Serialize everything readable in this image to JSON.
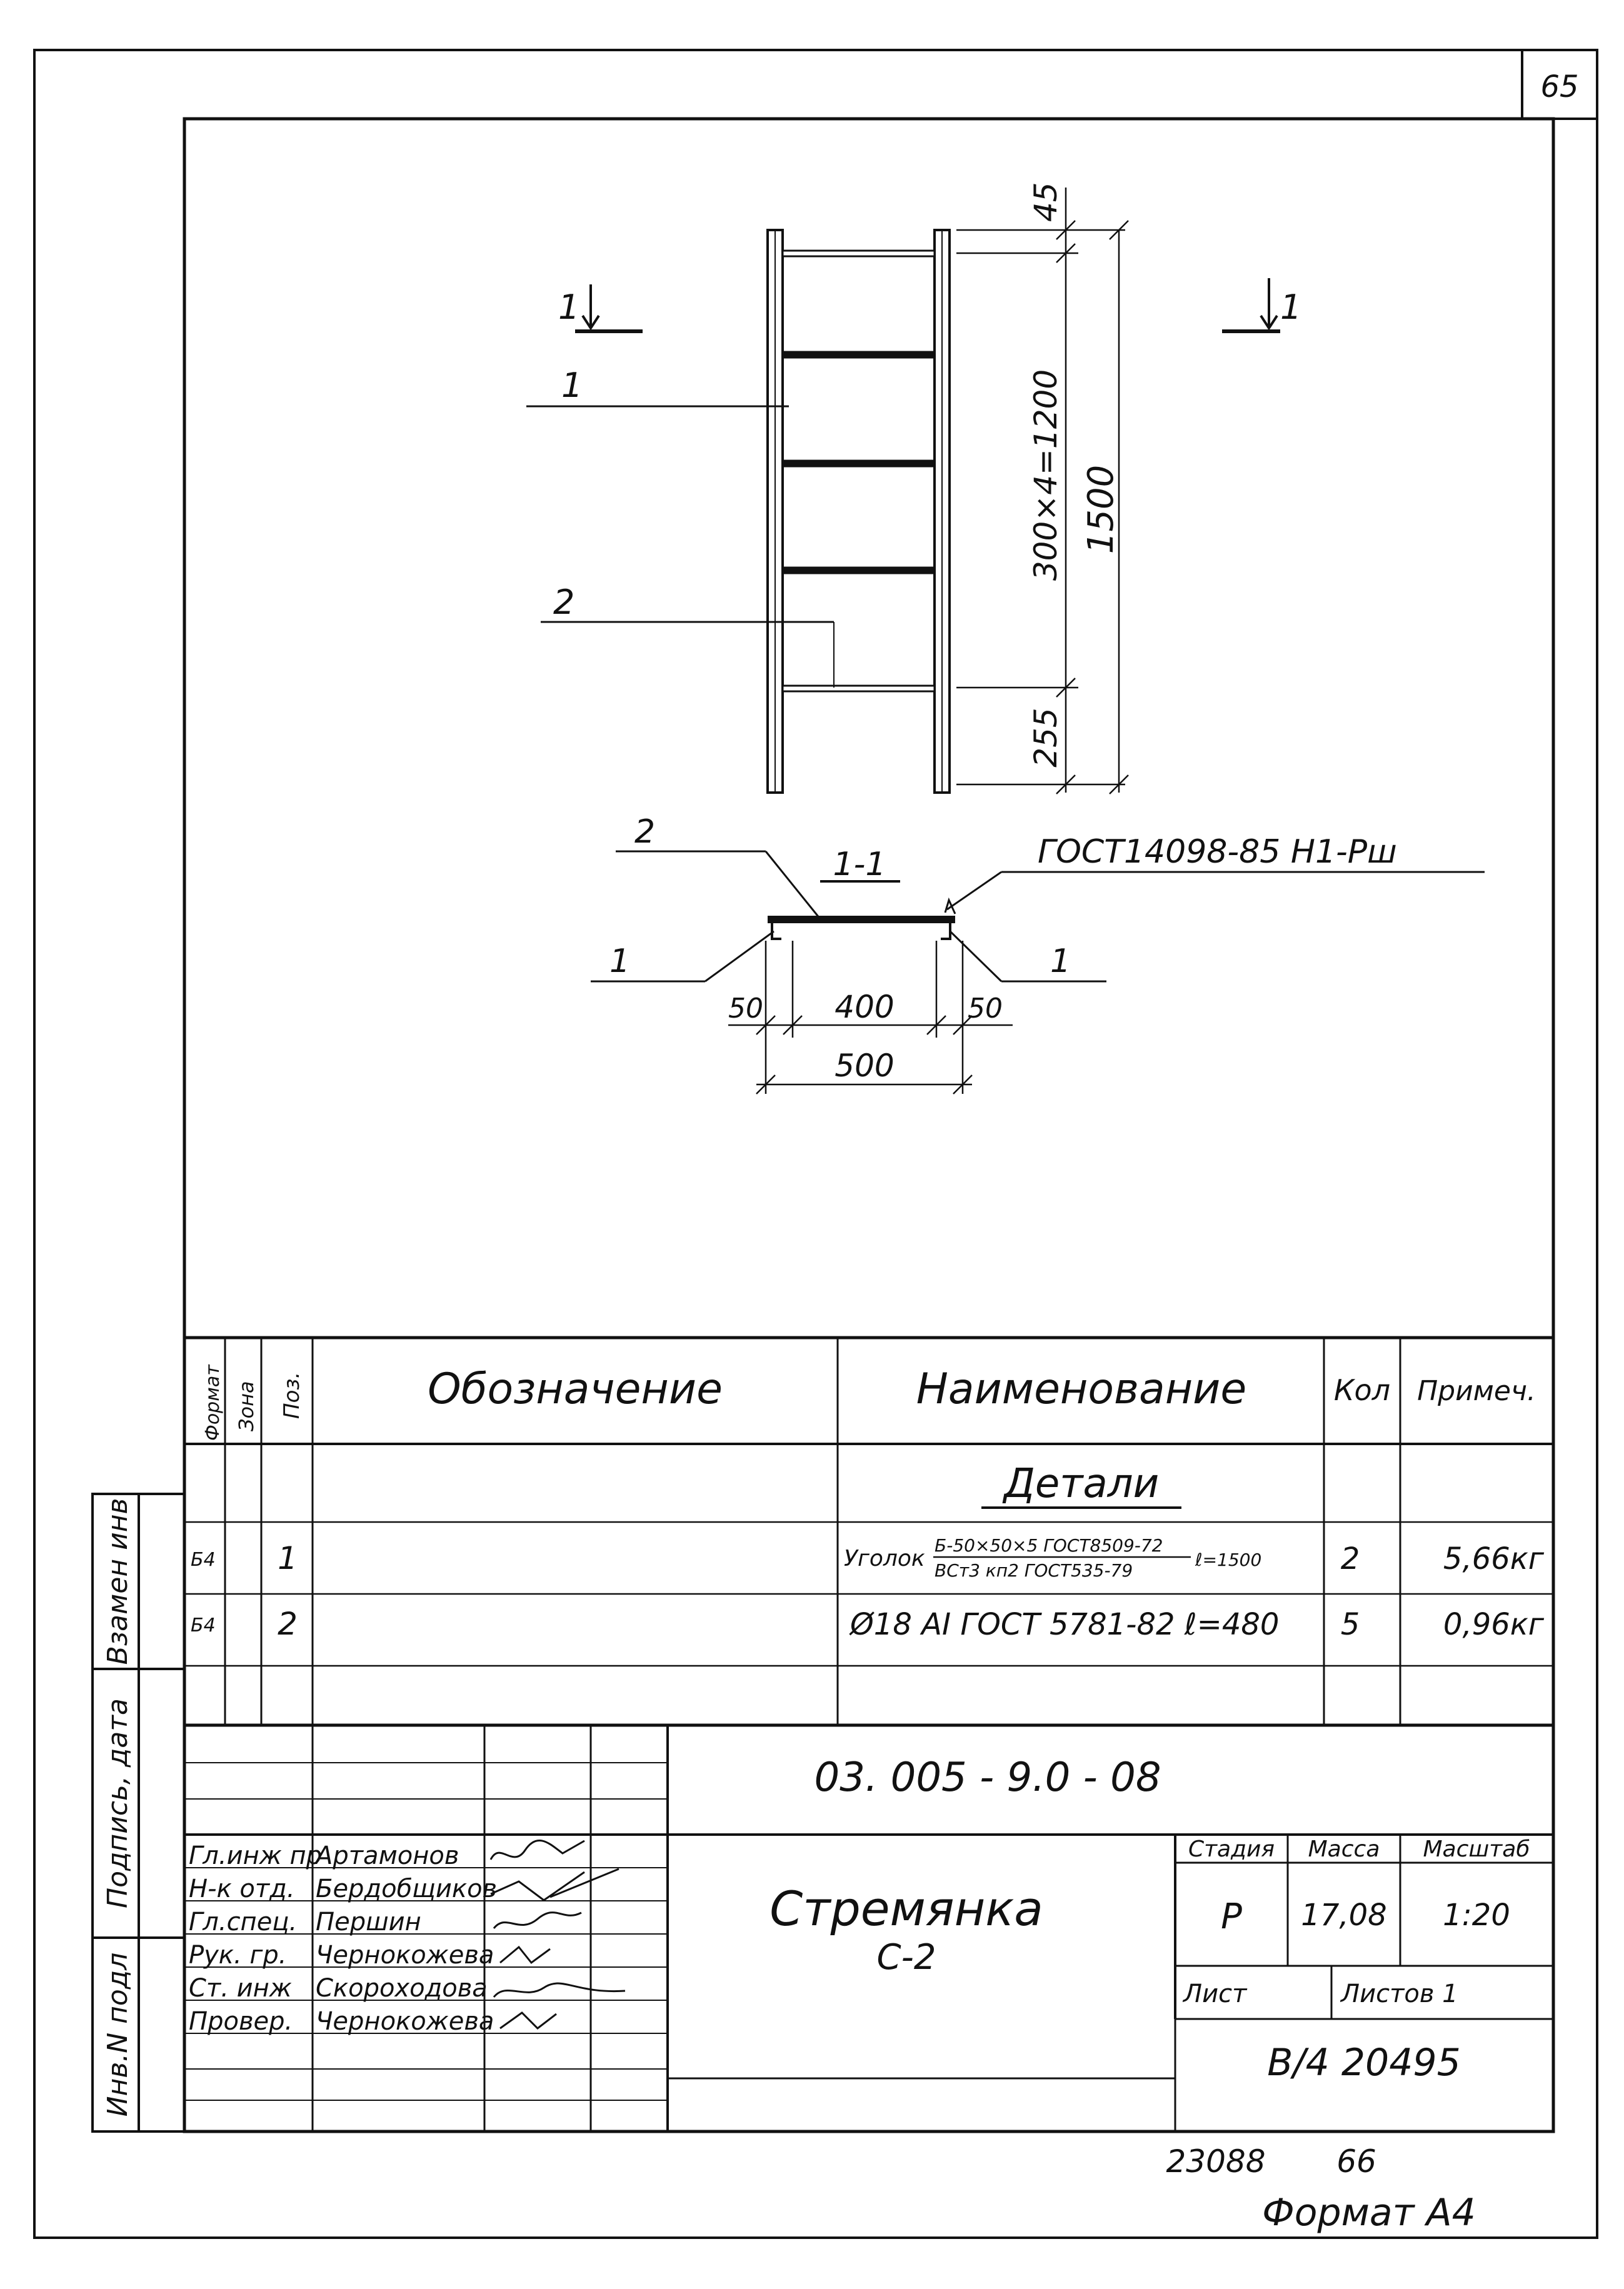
{
  "page_number": "65",
  "drawing": {
    "section_marks": {
      "left": "1",
      "right": "1"
    },
    "leader_labels": {
      "pos1": "1",
      "pos2": "2"
    },
    "dimensions": {
      "top": "45",
      "middle": "300×4=1200",
      "bottom": "255",
      "overall": "1500"
    },
    "section_view": {
      "title": "1-1",
      "weld_note": "ГОСТ14098-85 Н1-Рш",
      "label_pos2": "2",
      "label_left": "1",
      "label_right": "1",
      "dim_left": "50",
      "dim_mid": "400",
      "dim_right": "50",
      "dim_total": "500"
    }
  },
  "spec_table": {
    "headers": {
      "format": "Формат",
      "zone": "Зона",
      "pos": "Поз.",
      "designation": "Обозначение",
      "name": "Наименование",
      "qty": "Кол",
      "note": "Примеч."
    },
    "section_title": "Детали",
    "rows": [
      {
        "format": "Б4",
        "pos": "1",
        "name_prefix": "Уголок",
        "name_num": "Б-50×50×5 ГОСТ8509-72",
        "name_den": "ВСт3 кп2 ГОСТ535-79",
        "name_suffix": "ℓ=1500",
        "qty": "2",
        "note": "5,66кг"
      },
      {
        "format": "Б4",
        "pos": "2",
        "name": "Ø18 АI ГОСТ 5781-82 ℓ=480",
        "qty": "5",
        "note": "0,96кг"
      }
    ]
  },
  "side_labels": {
    "inv_orig": "Инв.N подл",
    "sign_date": "Подпись, дата",
    "replace_inv": "Взамен инв"
  },
  "title_block": {
    "doc_number": "03. 005 - 9.0 - 08",
    "title": "Стремянка",
    "subtitle": "С-2",
    "stage_header": "Стадия",
    "mass_header": "Масса",
    "scale_header": "Масштаб",
    "stage": "Р",
    "mass": "17,08",
    "scale": "1:20",
    "sheet_label": "Лист",
    "sheets_label": "Листов 1",
    "archive": "В/4 20495",
    "people": [
      {
        "role": "Гл.инж пр",
        "name": "Артамонов"
      },
      {
        "role": "Н-к отд.",
        "name": "Бердобщиков"
      },
      {
        "role": "Гл.спец.",
        "name": "Першин"
      },
      {
        "role": "Рук. гр.",
        "name": "Чернокожева"
      },
      {
        "role": "Ст. инж",
        "name": "Скороходова"
      },
      {
        "role": "Провер.",
        "name": "Чернокожева"
      }
    ]
  },
  "footer": {
    "code": "23088",
    "page": "66",
    "format": "Формат А4"
  }
}
